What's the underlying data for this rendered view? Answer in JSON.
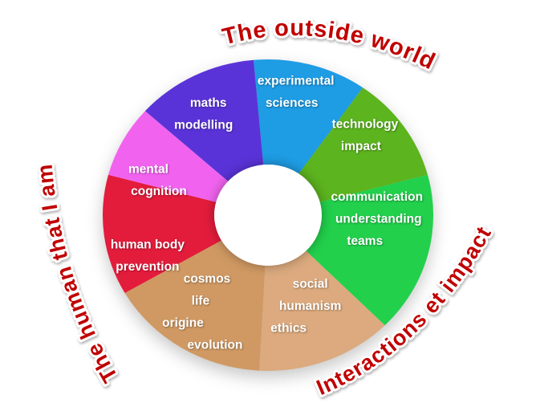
{
  "titles": {
    "top": "The outside world",
    "right": "Interactions et impact",
    "left": "The human that I am",
    "color": "#c00000"
  },
  "chart_data": {
    "type": "pie",
    "style": "donut",
    "label_color": "#ffffff",
    "segments": [
      {
        "label": "experimental sciences",
        "lines": [
          "experimental",
          "sciences"
        ],
        "color": "#1e9ce4",
        "start_deg": -5,
        "end_deg": 35
      },
      {
        "label": "technology impact",
        "lines": [
          "technology",
          "impact"
        ],
        "color": "#5cb41e",
        "start_deg": 35,
        "end_deg": 75
      },
      {
        "label": "communication understanding teams",
        "lines": [
          "communication",
          "understanding",
          "teams"
        ],
        "color": "#22d04c",
        "start_deg": 75,
        "end_deg": 135
      },
      {
        "label": "social humanism ethics",
        "lines": [
          "social",
          "humanism",
          "ethics"
        ],
        "color": "#dcaa7e",
        "start_deg": 135,
        "end_deg": 183
      },
      {
        "label": "cosmos life origine evolution",
        "lines": [
          "cosmos",
          "life",
          "origine",
          "evolution"
        ],
        "color": "#d09963",
        "start_deg": 183,
        "end_deg": 240
      },
      {
        "label": "human body prevention",
        "lines": [
          "human body",
          "prevention"
        ],
        "color": "#e31c3c",
        "start_deg": 240,
        "end_deg": 285
      },
      {
        "label": "mental cognition",
        "lines": [
          "mental",
          "cognition"
        ],
        "color": "#f163ef",
        "start_deg": 285,
        "end_deg": 312
      },
      {
        "label": "maths modelling",
        "lines": [
          "maths",
          "modelling"
        ],
        "color": "#5a33d8",
        "start_deg": 312,
        "end_deg": 355
      }
    ]
  }
}
